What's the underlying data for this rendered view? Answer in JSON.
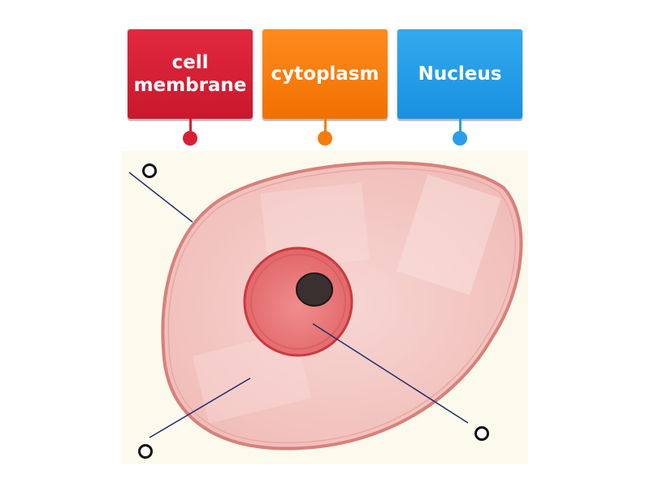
{
  "labels": [
    {
      "text": "cell\nmembrane",
      "color": "#d81f35"
    },
    {
      "text": "cytoplasm",
      "color": "#f57c0a"
    },
    {
      "text": "Nucleus",
      "color": "#2a9fe8"
    }
  ],
  "diagram": {
    "background": "#fbfaec",
    "cell_fill": "#f3c7c4",
    "cell_outline": "#d9807b",
    "nucleus_fill": "#e9777a",
    "nucleus_outline": "#c93a3d",
    "nucleolus_fill": "#3a3030",
    "pointer_color": "#1f2e6e"
  }
}
